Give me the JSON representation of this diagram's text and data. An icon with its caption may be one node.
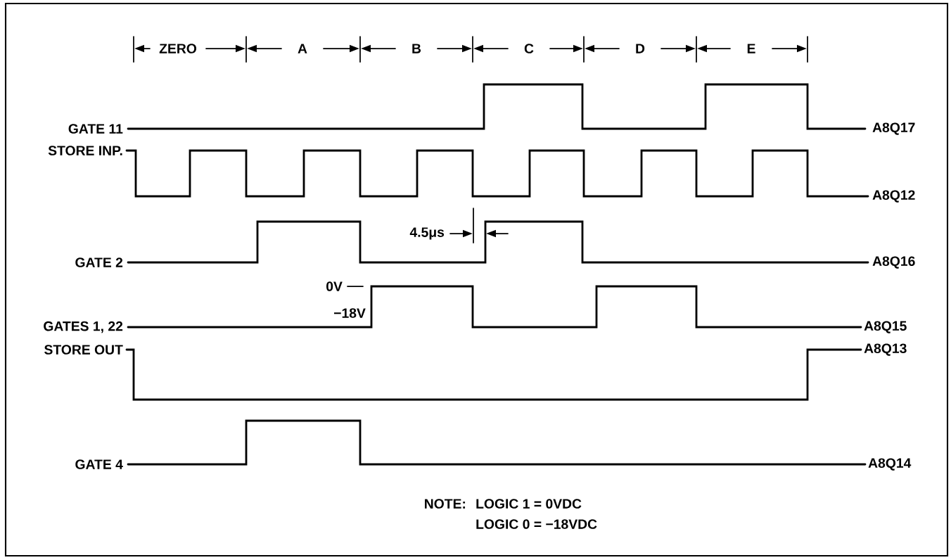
{
  "diagram": {
    "labels": [
      "ZERO",
      "A",
      "B",
      "C",
      "D",
      "E",
      "GATE 11",
      "A8Q17",
      "STORE INP.",
      "A8Q12",
      "4.5μs",
      "GATE 2",
      "A8Q16",
      "0V",
      "−18V",
      "GATES 1, 22",
      "A8Q15",
      "STORE OUT",
      "A8Q13",
      "GATE 4",
      "A8Q14",
      "NOTE:",
      "LOGIC 1 = 0VDC",
      "LOGIC 0 = −18VDC"
    ]
  }
}
